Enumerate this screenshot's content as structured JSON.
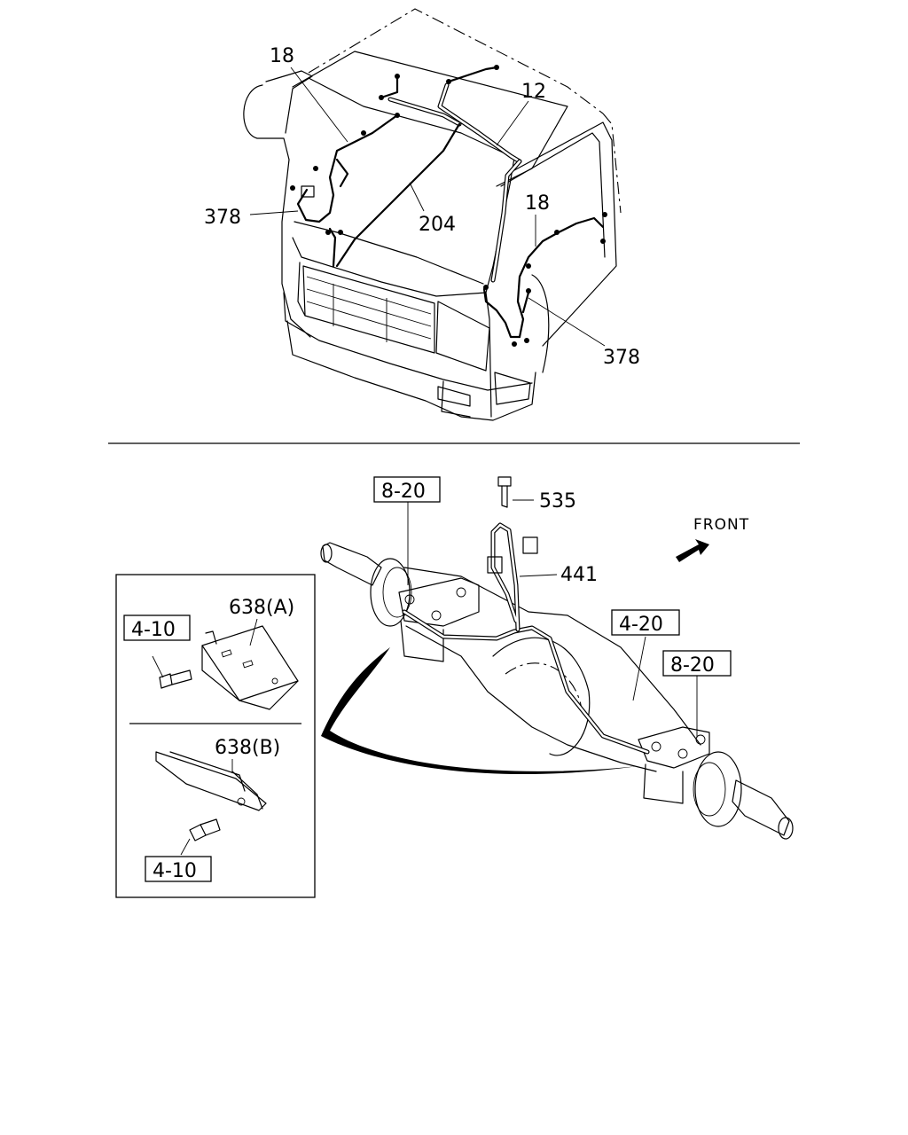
{
  "callouts": {
    "c18_top": "18",
    "c12": "12",
    "c378_left": "378",
    "c204": "204",
    "c18_right": "18",
    "c378_right": "378",
    "c535": "535",
    "c441": "441",
    "c638a": "638(A)",
    "c638b": "638(B)"
  },
  "ref_boxes": {
    "r820_left": "8-20",
    "r420_axle": "4-20",
    "r820_right": "8-20",
    "r410_a": "4-10",
    "r410_b": "4-10"
  },
  "front_label": "FRONT"
}
